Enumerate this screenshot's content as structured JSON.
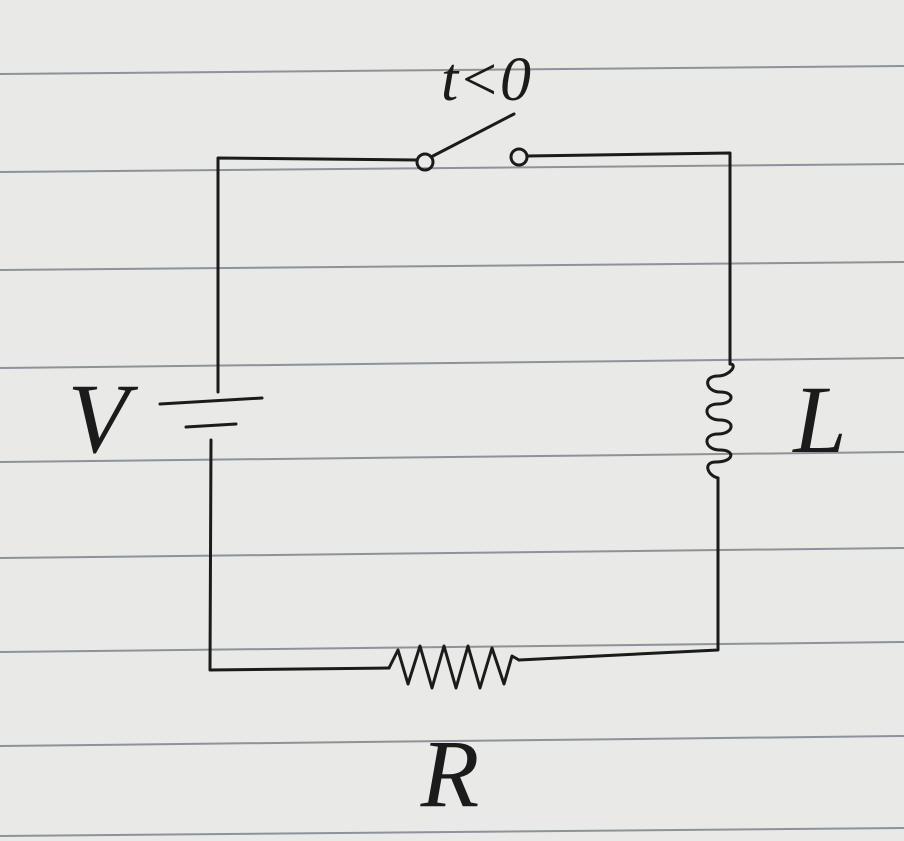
{
  "paper": {
    "background": "#e9e9e7",
    "rule_color": "#8e9299",
    "ink_color": "#1b1b1b"
  },
  "diagram": {
    "switch_label": "t<0",
    "battery_label": "V",
    "inductor_label": "L",
    "resistor_label": "R"
  }
}
